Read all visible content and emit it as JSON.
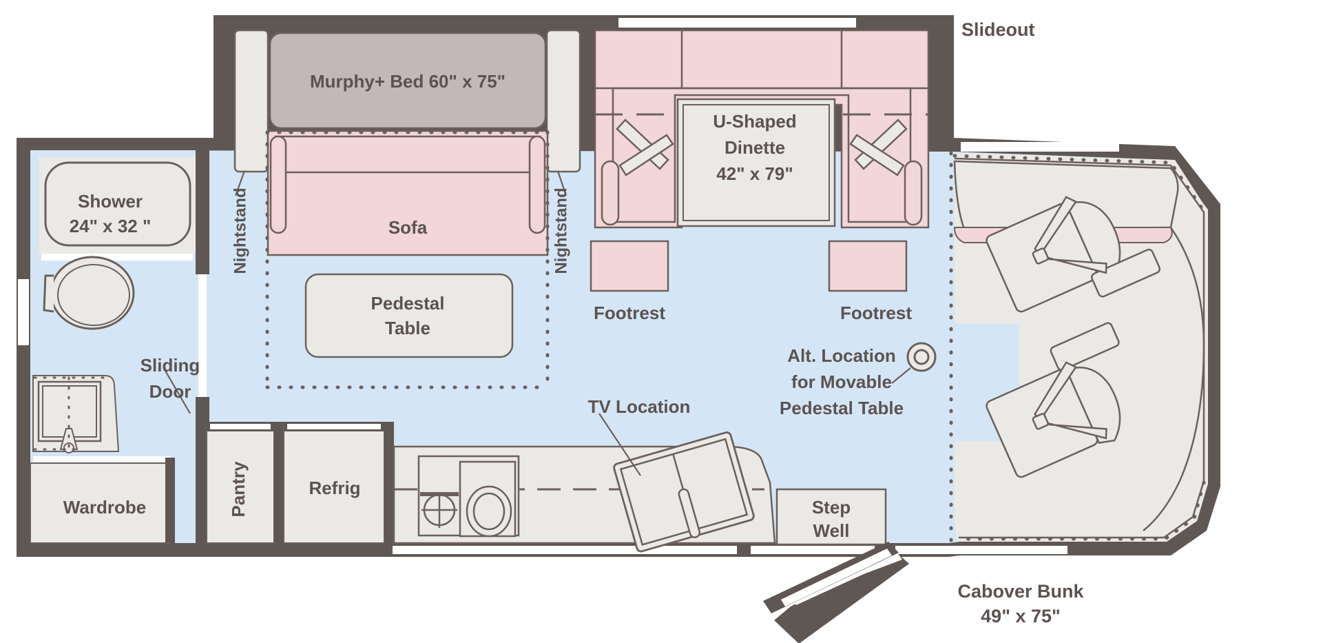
{
  "diagram": {
    "type": "rv-floorplan",
    "colors": {
      "wall": "#5f5753",
      "floor_blue": "#d4e6f6",
      "cabinet_gray": "#ebe9e6",
      "upholstery_pink": "#f3d6d8",
      "bed_mauve": "#c3b7b7",
      "outline": "#6b605c",
      "text": "#5c5350",
      "white": "#ffffff"
    }
  },
  "labels": {
    "slideout": "Slideout",
    "murphy_bed": "Murphy+ Bed 60\" x 75\"",
    "sofa": "Sofa",
    "pedestal_table_line1": "Pedestal",
    "pedestal_table_line2": "Table",
    "nightstand_left": "Nightstand",
    "nightstand_right": "Nightstand",
    "dinette_line1": "U-Shaped",
    "dinette_line2": "Dinette",
    "dinette_line3": "42\" x 79\"",
    "footrest_left": "Footrest",
    "footrest_right": "Footrest",
    "shower_line1": "Shower",
    "shower_line2": "24\" x 32 \"",
    "sliding_door_line1": "Sliding",
    "sliding_door_line2": "Door",
    "wardrobe": "Wardrobe",
    "pantry": "Pantry",
    "refrig": "Refrig",
    "tv_location": "TV Location",
    "alt_table_line1": "Alt. Location",
    "alt_table_line2": "for Movable",
    "alt_table_line3": "Pedestal Table",
    "step_well_line1": "Step",
    "step_well_line2": "Well",
    "cabover_line1": "Cabover Bunk",
    "cabover_line2": "49\" x 75\""
  }
}
